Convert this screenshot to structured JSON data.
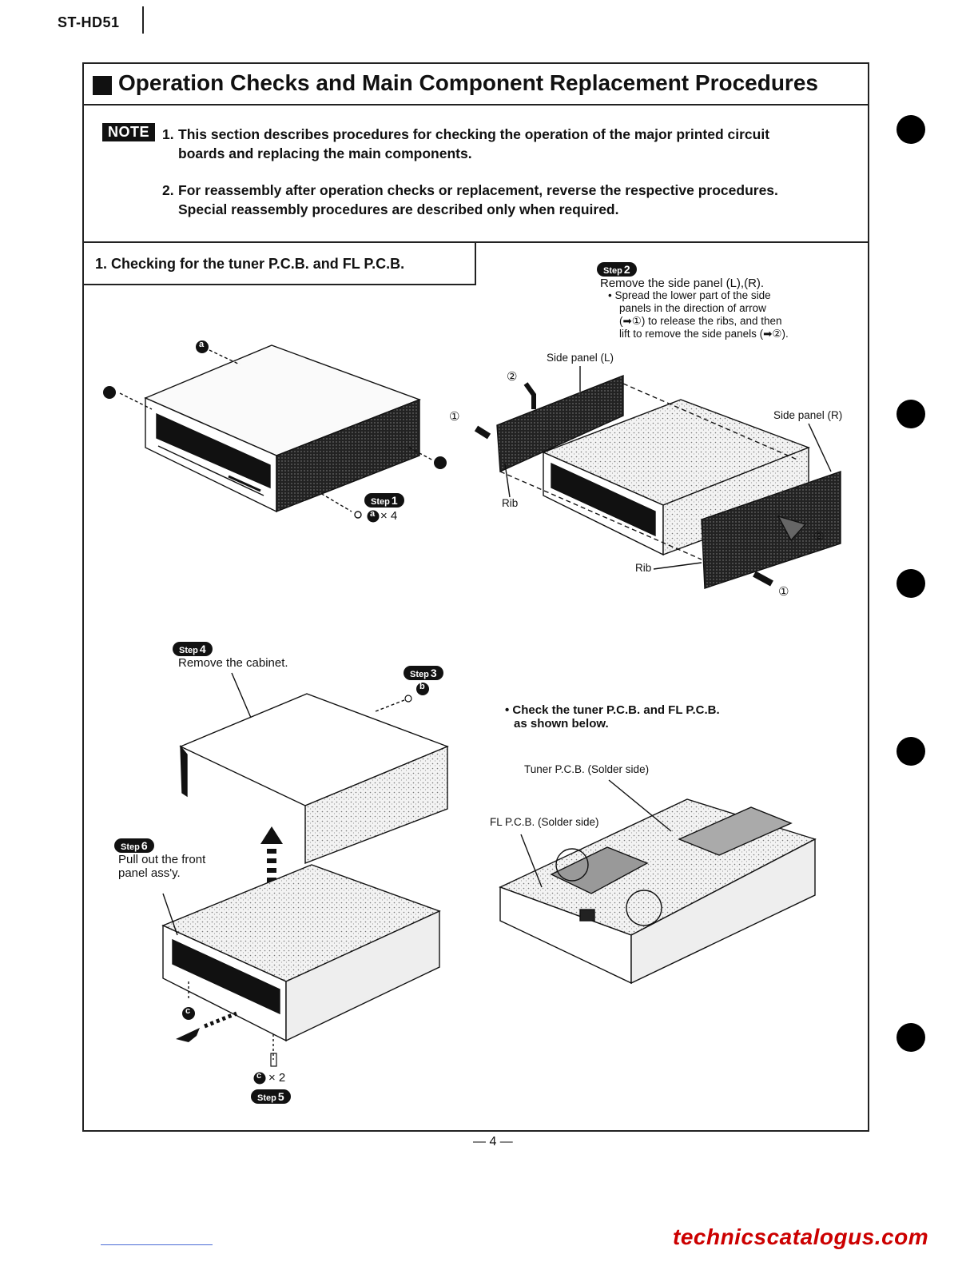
{
  "header": {
    "model": "ST-HD51"
  },
  "title": "Operation Checks and Main Component Replacement Procedures",
  "note": {
    "badge": "NOTE",
    "item1_num": "1.",
    "item1_line1": "This section describes procedures for checking the operation of the major printed circuit",
    "item1_line2": "boards and replacing the main components.",
    "item2_num": "2.",
    "item2_line1": "For reassembly after operation checks or replacement, reverse the respective procedures.",
    "item2_line2": "Special reassembly procedures are described only when required."
  },
  "section": {
    "title": "1. Checking for the tuner P.C.B. and FL P.C.B."
  },
  "steps": {
    "s1": {
      "label": "Step",
      "num": "1",
      "qty": "× 4",
      "screw": "a"
    },
    "s2": {
      "label": "Step",
      "num": "2",
      "text": "Remove the side panel (L),(R).",
      "sub1": "• Spread the lower part of the side",
      "sub2": "panels in the direction of arrow",
      "sub3": "(➡①) to release the ribs, and then",
      "sub4": "lift to remove the side panels (➡②)."
    },
    "s3": {
      "label": "Step",
      "num": "3",
      "screw": "b"
    },
    "s4": {
      "label": "Step",
      "num": "4",
      "text": "Remove the cabinet."
    },
    "s5": {
      "label": "Step",
      "num": "5",
      "qty": "× 2",
      "screw": "c"
    },
    "s6": {
      "label": "Step",
      "num": "6",
      "text1": "Pull out the front",
      "text2": "panel ass'y."
    }
  },
  "callouts": {
    "side_panel_l": "Side panel (L)",
    "side_panel_r": "Side panel (R)",
    "rib": "Rib",
    "tuner_pcb": "Tuner P.C.B. (Solder side)",
    "fl_pcb": "FL P.C.B. (Solder side)",
    "circle1": "①",
    "circle2": "②",
    "screw_a": "a",
    "screw_c": "c"
  },
  "check": {
    "line1": "• Check the tuner P.C.B. and FL P.C.B.",
    "line2": "as shown below."
  },
  "footer": {
    "page": "— 4 —",
    "watermark": "technicscatalogus.com"
  }
}
